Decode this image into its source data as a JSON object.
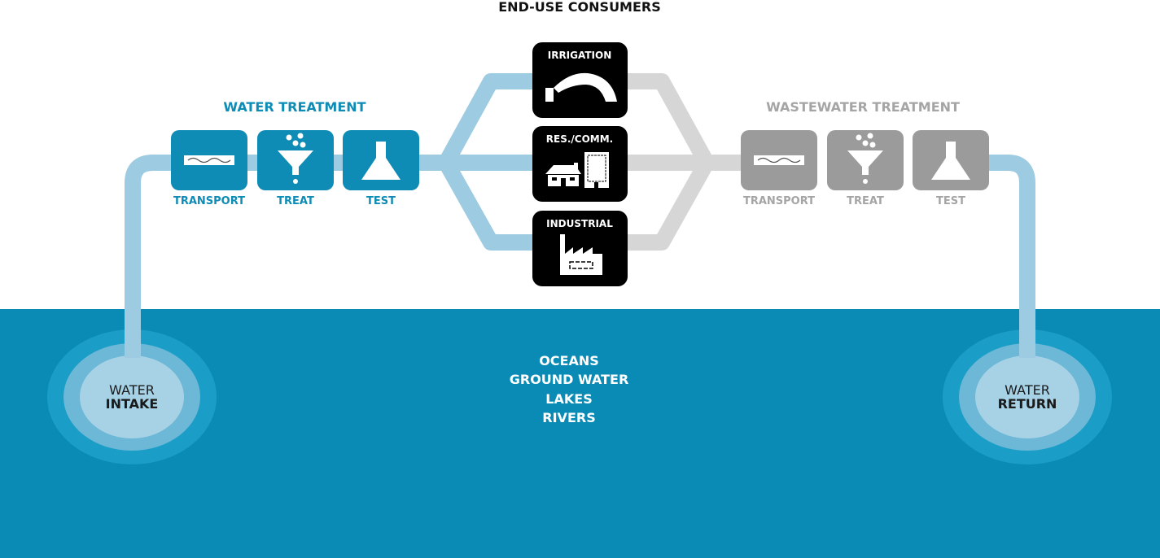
{
  "header": {
    "title": "END-USE CONSUMERS"
  },
  "water_treatment": {
    "title": "WATER TREATMENT",
    "steps": [
      {
        "label": "TRANSPORT",
        "icon": "pipe-wave-icon"
      },
      {
        "label": "TREAT",
        "icon": "funnel-icon"
      },
      {
        "label": "TEST",
        "icon": "flask-icon"
      }
    ]
  },
  "consumers": [
    {
      "label": "IRRIGATION",
      "icon": "sprinkler-arc-icon"
    },
    {
      "label": "RES./COMM.",
      "icon": "house-building-icon"
    },
    {
      "label": "INDUSTRIAL",
      "icon": "factory-icon"
    }
  ],
  "wastewater_treatment": {
    "title": "WASTEWATER TREATMENT",
    "steps": [
      {
        "label": "TRANSPORT",
        "icon": "pipe-wave-icon"
      },
      {
        "label": "TREAT",
        "icon": "funnel-icon"
      },
      {
        "label": "TEST",
        "icon": "flask-icon"
      }
    ]
  },
  "sources": [
    "OCEANS",
    "GROUND WATER",
    "LAKES",
    "RIVERS"
  ],
  "intake": {
    "line1": "WATER",
    "line2": "INTAKE"
  },
  "return": {
    "line1": "WATER",
    "line2": "RETURN"
  },
  "colors": {
    "ocean": "#0a8bb5",
    "blue_box": "#0e8cb5",
    "blue_pipe": "#9ccbe2",
    "gray_box": "#9b9b9b",
    "gray_pipe": "#d6d6d6",
    "consumer_box": "#000000"
  }
}
